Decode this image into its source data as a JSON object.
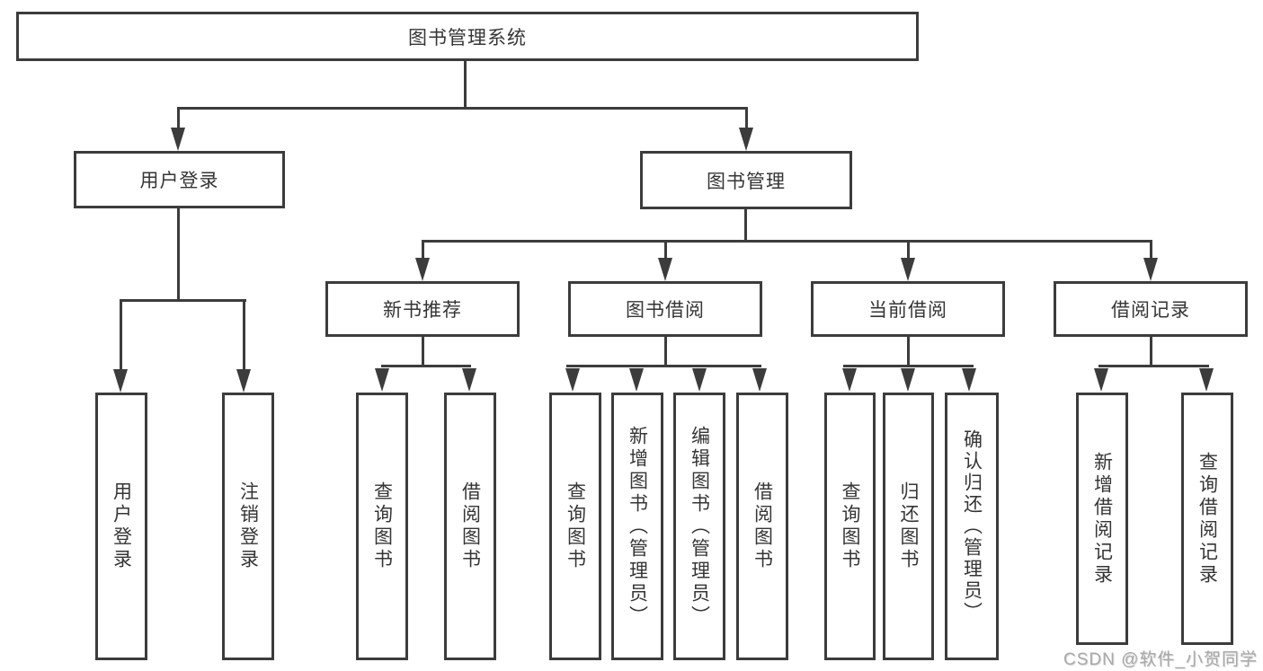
{
  "tree": {
    "label": "图书管理系统",
    "children": [
      {
        "label": "用户登录",
        "children": [
          {
            "label": "用户登录"
          },
          {
            "label": "注销登录"
          }
        ]
      },
      {
        "label": "图书管理",
        "children": [
          {
            "label": "新书推荐",
            "children": [
              {
                "label": "查询图书"
              },
              {
                "label": "借阅图书"
              }
            ]
          },
          {
            "label": "图书借阅",
            "children": [
              {
                "label": "查询图书"
              },
              {
                "label": "新增图书（管理员）"
              },
              {
                "label": "编辑图书（管理员）"
              },
              {
                "label": "借阅图书"
              }
            ]
          },
          {
            "label": "当前借阅",
            "children": [
              {
                "label": "查询图书"
              },
              {
                "label": "归还图书"
              },
              {
                "label": "确认归还（管理员）"
              }
            ]
          },
          {
            "label": "借阅记录",
            "children": [
              {
                "label": "新增借阅记录"
              },
              {
                "label": "查询借阅记录"
              }
            ]
          }
        ]
      }
    ]
  },
  "watermark": {
    "text": "CSDN @软件_小贺同学"
  },
  "colors": {
    "line": "#3c3c3c",
    "text": "#353535",
    "background": "#ffffff",
    "watermark": "#a9a9a9"
  }
}
